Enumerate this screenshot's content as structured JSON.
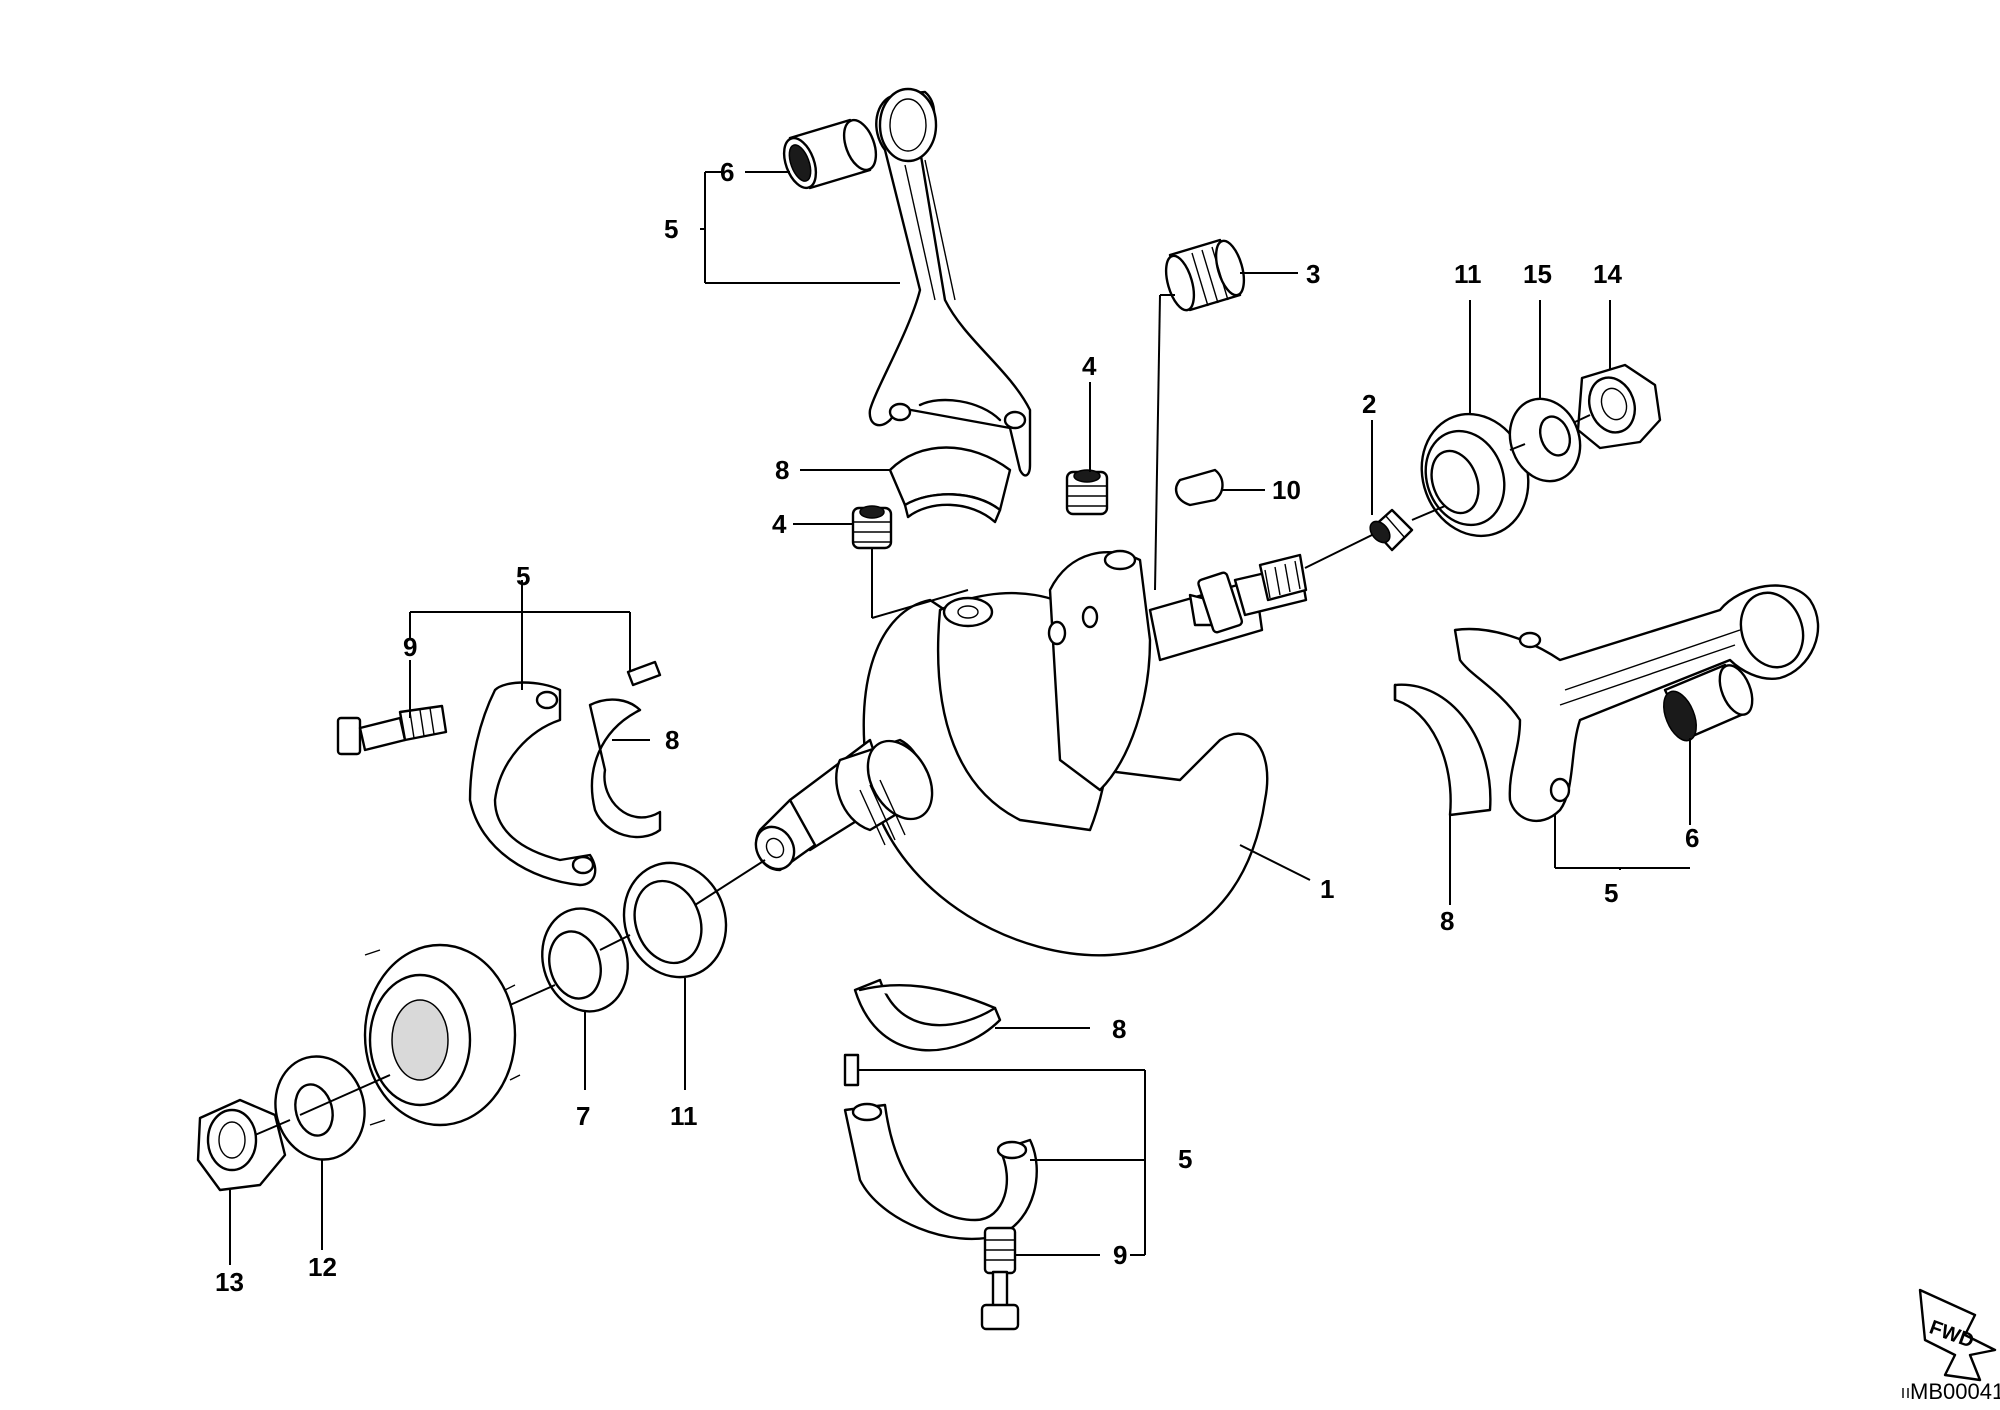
{
  "callouts": {
    "c1": "1",
    "c2": "2",
    "c3": "3",
    "c4a": "4",
    "c4b": "4",
    "c5a": "5",
    "c5b": "5",
    "c5c": "5",
    "c5d": "5",
    "c6a": "6",
    "c6b": "6",
    "c7": "7",
    "c8a": "8",
    "c8b": "8",
    "c8c": "8",
    "c8d": "8",
    "c9a": "9",
    "c9b": "9",
    "c10": "10",
    "c11a": "11",
    "c11b": "11",
    "c12": "12",
    "c13": "13",
    "c14": "14",
    "c15": "15"
  },
  "fwd_label": "FWD",
  "diagram_code": "MB00041",
  "colors": {
    "line": "#000000",
    "background": "#ffffff",
    "shade": "#d9d9d9"
  }
}
